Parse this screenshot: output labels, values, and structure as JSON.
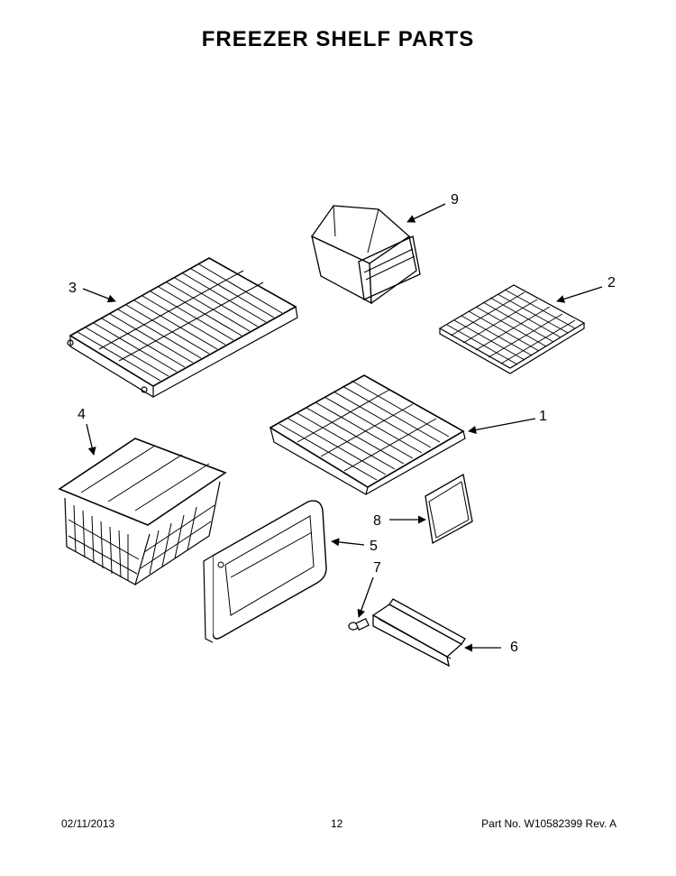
{
  "title": "FREEZER SHELF PARTS",
  "callouts": [
    "1",
    "2",
    "3",
    "4",
    "5",
    "6",
    "7",
    "8",
    "9"
  ],
  "footer": {
    "date": "02/11/2013",
    "page": "12",
    "part_no": "Part No. W10582399  Rev. A"
  }
}
